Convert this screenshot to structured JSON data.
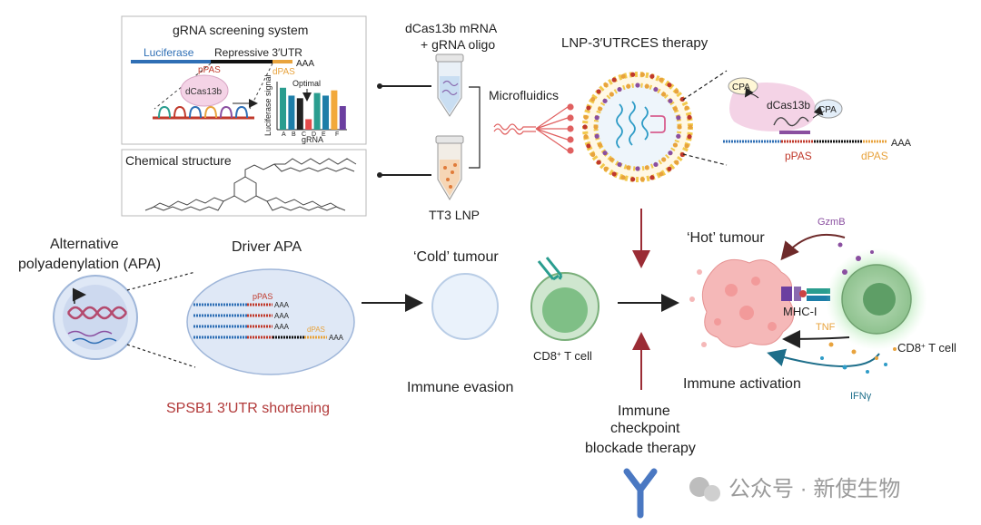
{
  "gscreen": {
    "title": "gRNA screening system",
    "luciferase": "Luciferase",
    "utr": "Repressive 3′UTR",
    "ppas": "pPAS",
    "dpas": "dPAS",
    "aaa": "AAA",
    "dcas": "dCas13b",
    "ylabel": "Luciferase signal",
    "xlabel": "gRNA",
    "optimal": "Optimal",
    "bar_labels": [
      "A",
      "B",
      "C",
      "D",
      "E",
      "F"
    ]
  },
  "chart_data": {
    "type": "bar",
    "categories": [
      "A",
      "A",
      "B",
      "C",
      "C",
      "D",
      "E",
      "F"
    ],
    "values": [
      16,
      13,
      12,
      4,
      14,
      13,
      15,
      9
    ],
    "colors": [
      "#2a9d8f",
      "#1d7ea8",
      "#222222",
      "#e54b4b",
      "#2a9d8f",
      "#1d7ea8",
      "#f2a93b",
      "#6b3fa0"
    ],
    "title": "",
    "xlabel": "gRNA",
    "ylabel": "Luciferase signal",
    "ylim": [
      0,
      18
    ]
  },
  "chem": {
    "title": "Chemical structure"
  },
  "tubes": {
    "top_label_1": "dCas13b mRNA",
    "top_label_2": "+ gRNA oligo",
    "bottom_label": "TT3 LNP",
    "microfluidics": "Microfluidics"
  },
  "lnp": {
    "title": "LNP-3′UTRCES therapy",
    "cpa": "CPA",
    "dcas": "dCas13b",
    "ppas": "pPAS",
    "dpas": "dPAS",
    "aaa": "AAA"
  },
  "apa": {
    "line1": "Alternative",
    "line2": "polyadenylation (APA)",
    "driver": "Driver APA",
    "ppas": "pPAS",
    "dpas": "dPAS",
    "aaa": "AAA",
    "spsb1": "SPSB1 3′UTR shortening"
  },
  "cold": {
    "title": "‘Cold’ tumour",
    "cd8": "CD8",
    "cd8_sup": "+",
    "tcell": " T cell",
    "evasion": "Immune evasion"
  },
  "checkpoint": {
    "line1": "Immune",
    "line2": "checkpoint",
    "line3": "blockade therapy"
  },
  "hot": {
    "title": "‘Hot’ tumour",
    "gzmb": "GzmB",
    "mhc": "MHC-I",
    "tnf": "TNF",
    "cd8": "CD8",
    "cd8_sup": "+",
    "tcell": " T cell",
    "activation": "Immune activation",
    "ifn": "IFNγ"
  },
  "watermark": {
    "text": "公众号 · 新使生物"
  },
  "colors": {
    "blue": "#2f6fb5",
    "red": "#c0392b",
    "orange": "#e8a33d",
    "teal": "#2a9d8f",
    "green": "#5cab6a",
    "darkred": "#9b2c35",
    "purple": "#8a4fa0"
  }
}
